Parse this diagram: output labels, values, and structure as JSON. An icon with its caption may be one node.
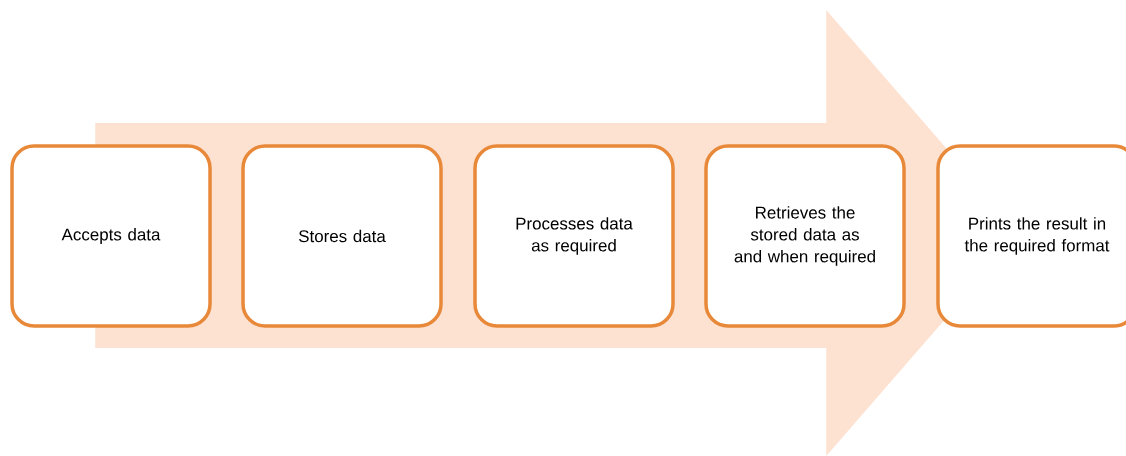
{
  "diagram": {
    "nodes": [
      {
        "text": [
          "Accepts data"
        ]
      },
      {
        "text": [
          "Stores data"
        ]
      },
      {
        "text": [
          "Processes data as required"
        ]
      },
      {
        "text": [
          "Retrieves the stored data as and when required"
        ]
      },
      {
        "text": [
          "Prints the result in the required format"
        ]
      }
    ],
    "edges": [
      {
        "from": 0,
        "to": 4,
        "arrow": "to"
      }
    ]
  }
}
